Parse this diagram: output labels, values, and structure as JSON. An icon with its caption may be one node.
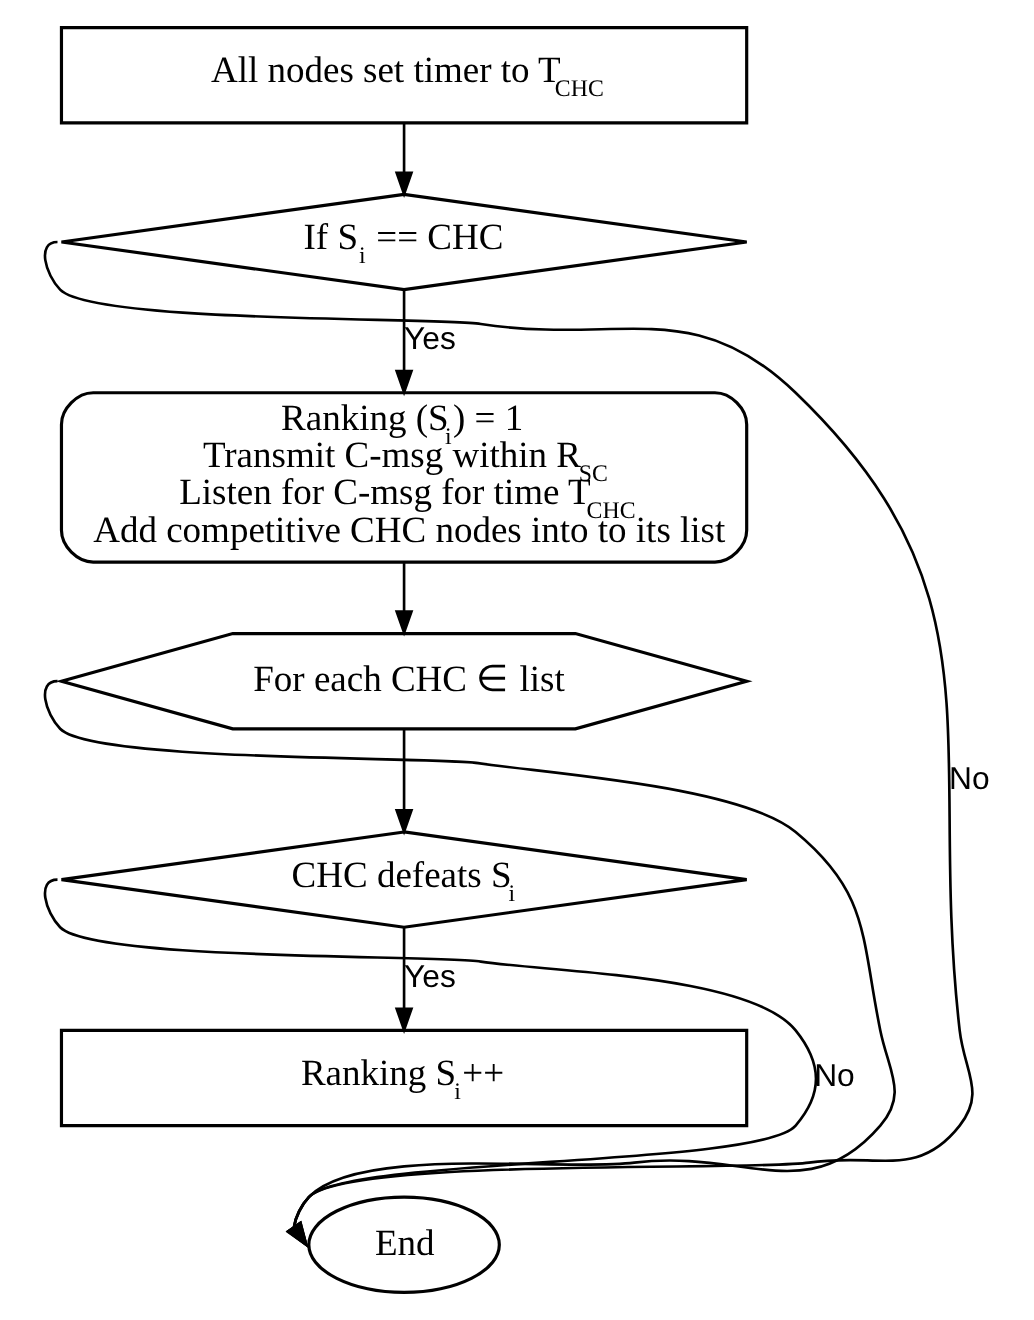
{
  "diagram": {
    "nodes": [
      {
        "text": [
          "All nodes set timer to T$_{CHC}$"
        ]
      },
      {
        "text": [
          "If S$_{i}$ == CHC"
        ]
      },
      {
        "text": [
          "Ranking (S$_{i}$) = 1",
          "Transmit C-msg within R$_{SC}$",
          "Listen for C-msg for time T$_{CHC}$",
          "Add competitive CHC nodes into to its list"
        ]
      },
      {
        "text": [
          "For each CHC ∈ list"
        ]
      },
      {
        "text": [
          "CHC defeats S$_{i}$"
        ]
      },
      {
        "text": [
          "Ranking S$_{i}$++"
        ]
      },
      {
        "text": [
          "End"
        ]
      }
    ],
    "edges": [
      {
        "from": 0,
        "to": 1,
        "arrow": "to"
      },
      {
        "from": 1,
        "to": 2,
        "arrow": "to",
        "label": "Yes"
      },
      {
        "from": 2,
        "to": 3,
        "arrow": "to"
      },
      {
        "from": 3,
        "to": 4,
        "arrow": "to"
      },
      {
        "from": 4,
        "to": 5,
        "arrow": "to",
        "label": "Yes"
      },
      {
        "from": 1,
        "to": 6,
        "arrow": "to",
        "label": "No"
      },
      {
        "from": 3,
        "to": 6,
        "arrow": "to"
      },
      {
        "from": 4,
        "to": 6,
        "arrow": "to",
        "label": "No"
      }
    ]
  }
}
